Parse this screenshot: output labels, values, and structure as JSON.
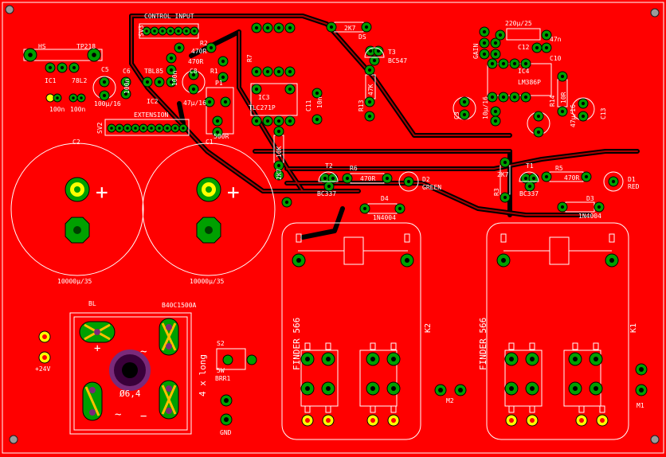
{
  "board": {
    "background": "#ff0000",
    "pad_color": "#00a000",
    "trace_color": "#000000",
    "silk_color": "#ffffff"
  },
  "labels": {
    "hs": "HS",
    "tp218": "TP218",
    "ic1": "IC1",
    "ic1_part": "78L2",
    "ic1_val_a": "100n",
    "ic1_val_b": "100n",
    "c6": "C6",
    "c6_val": "100n",
    "c5": "C5",
    "c5_val": "100µ/16",
    "tbl85": "TBL85",
    "ic2": "IC2",
    "c_100n_a": "100n",
    "c8": "C8",
    "c8_val": "47µ/16",
    "r1": "R1",
    "r1_val": "470R",
    "r2": "R2",
    "r2_val": "470R",
    "control_input": "CONTROL INPUT",
    "sv3": "SV3",
    "extension": "EXTENSION",
    "sv2": "SV2",
    "p1": "P1",
    "p1_val": "500R",
    "r7": "R7",
    "ic3": "IC3",
    "ic3_part": "TLC271P",
    "c11": "C11",
    "c11_val": "10n",
    "r_2k7_top": "2K7",
    "ds": "DS",
    "t3": "T3",
    "t3_part": "BC547",
    "r_47k": "47K",
    "r13": "R13",
    "r_10k": "10K",
    "r_2k7_mid": "2K7",
    "t2": "T2",
    "t2_part": "BC337",
    "r6": "R6",
    "r6_val": "470R",
    "d2": "D2",
    "d2_color": "GREEN",
    "d4": "D4",
    "d4_part": "1N4004",
    "c2": "C2",
    "c2_val": "10000µ/35",
    "c1": "C1",
    "c1_val": "10000µ/35",
    "c_220u": "220µ/25",
    "c12": "C12",
    "c10": "C10",
    "c_47n": "47n",
    "ic4": "IC4",
    "ic4_part": "LM386P",
    "gain": "GAIN",
    "c3": "C3",
    "c3_val": "10µ/16",
    "r14": "R14",
    "r_10r": "10R",
    "c13": "C13",
    "c_47u": "47µ/16",
    "t1": "T1",
    "t1_part": "BC337",
    "r5": "R5",
    "r5_val": "470R",
    "d1": "D1",
    "d1_color": "RED",
    "d3": "D3",
    "d3_part": "1N4004",
    "r3": "R3",
    "r_2k7_r3": "2K7",
    "k2": "K2",
    "k2_part": "FINDER 566",
    "k1": "K1",
    "k1_part": "FINDER 566",
    "bridge": "B40C1500A",
    "bl": "BL",
    "bridge_hole": "Ø6,4",
    "long": "4 x long",
    "voltage": "+24V",
    "s2": "S2",
    "s2_val": "5W",
    "s2_part": "BRR1",
    "gnd": "GND",
    "m2": "M2",
    "m1": "M1"
  }
}
